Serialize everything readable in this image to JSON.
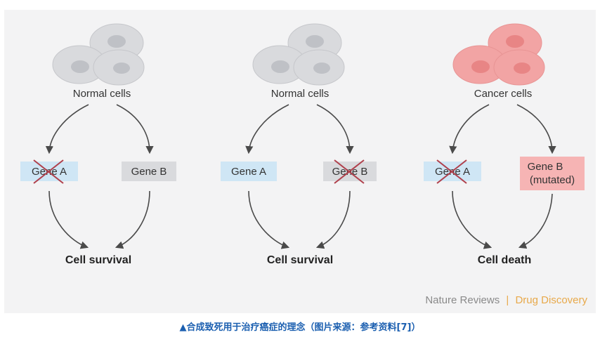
{
  "panels": [
    {
      "cells_label": "Normal cells",
      "gene_a": "Gene A",
      "gene_b": "Gene B",
      "gene_b_line2": "",
      "outcome": "Cell survival"
    },
    {
      "cells_label": "Normal cells",
      "gene_a": "Gene A",
      "gene_b": "Gene B",
      "gene_b_line2": "",
      "outcome": "Cell survival"
    },
    {
      "cells_label": "Cancer cells",
      "gene_a": "Gene A",
      "gene_b": "Gene B",
      "gene_b_line2": "(mutated)",
      "outcome": "Cell death"
    }
  ],
  "credit": {
    "journal": "Nature Reviews",
    "separator": "|",
    "section": "Drug Discovery"
  },
  "caption": "▲合成致死用于治疗癌症的理念（图片来源：参考资料[7]）",
  "colors": {
    "normal_cell_fill": "#d9dadd",
    "normal_cell_nucleus": "#bfc1c6",
    "cancer_cell_fill": "#f2a4a4",
    "cancer_cell_nucleus": "#e88585",
    "gene_box_blue": "#cfe6f5",
    "gene_box_gray": "#d9dadd",
    "gene_box_red": "#f6b4b4",
    "cross_red": "#b0404c",
    "arrow": "#4a4a4a",
    "credit_gray": "#8a8a8a",
    "credit_orange": "#e8a94a",
    "caption_blue": "#1b5fb0",
    "figure_bg": "#f3f3f4"
  }
}
